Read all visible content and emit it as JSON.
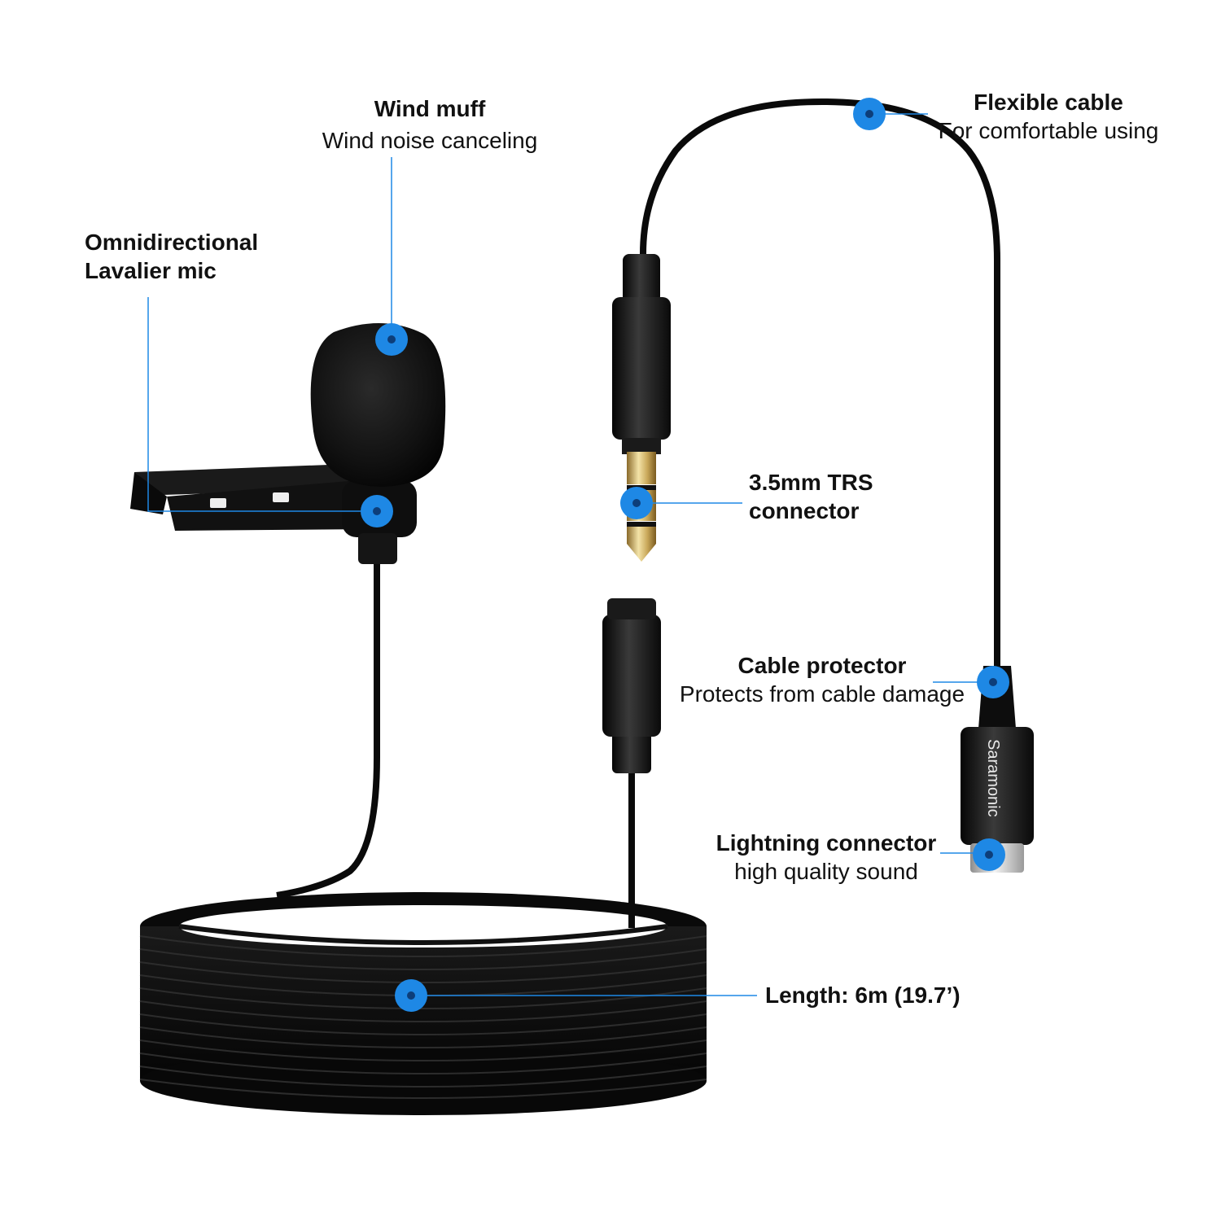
{
  "brand": {
    "name": "Saramonic"
  },
  "colors": {
    "accent": "#1e88e5",
    "accent_dark": "#0d5fb0",
    "product": "#111111"
  },
  "callouts": {
    "wind_muff": {
      "title": "Wind muff",
      "subtitle": "Wind noise canceling"
    },
    "lavalier": {
      "title_line1": "Omnidirectional",
      "title_line2": "Lavalier mic"
    },
    "flexible_cable": {
      "title": "Flexible cable",
      "subtitle": "For comfortable using"
    },
    "trs_connector": {
      "title_line1": "3.5mm TRS",
      "title_line2": "connector"
    },
    "cable_protector": {
      "title": "Cable protector",
      "subtitle": "Protects from cable damage"
    },
    "lightning": {
      "title": "Lightning connector",
      "subtitle": "high quality sound"
    },
    "length": {
      "title": "Length: 6m (19.7’)"
    }
  }
}
